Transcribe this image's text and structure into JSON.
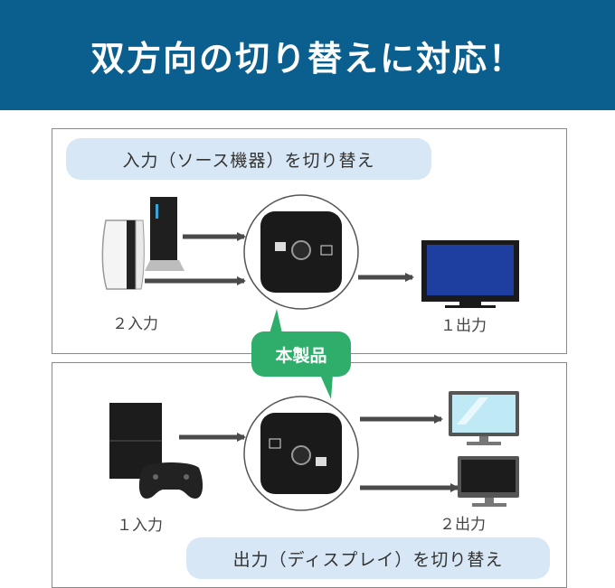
{
  "banner": {
    "title": "双方向の切り替えに対応！"
  },
  "top_section": {
    "mode_label": "入力（ソース機器）を切り替え",
    "inputs_label": "２入力",
    "outputs_label": "１出力"
  },
  "product_badge": {
    "label": "本製品"
  },
  "bottom_section": {
    "mode_label": "出力（ディスプレイ）を切り替え",
    "inputs_label": "１入力",
    "outputs_label": "２出力"
  },
  "colors": {
    "banner": "#0b5f8e",
    "pill": "#d7e7f5",
    "badge": "#2fae6b",
    "arrow": "#4a4a4a"
  }
}
